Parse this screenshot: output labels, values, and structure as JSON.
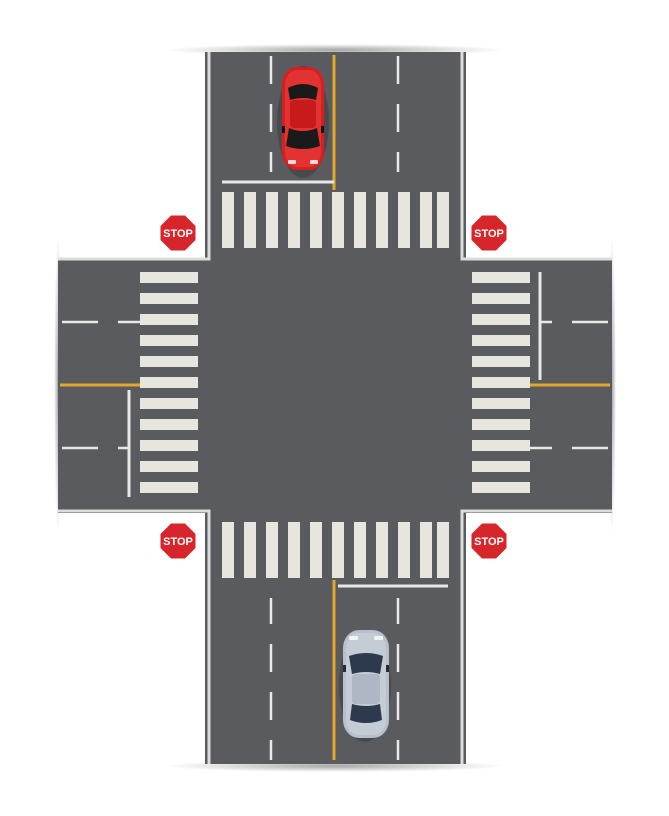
{
  "scene": {
    "type": "four-way intersection, top-down view",
    "colors": {
      "asphalt": "#5a5b5e",
      "curb": "#d9d9d9",
      "lane_marking": "#e8e8e8",
      "center_line": "#e3a82b",
      "crosswalk": "#e6e6de",
      "stop_sign": "#d7262b",
      "car_north": "#d81e1e",
      "car_south": "#a9b4c2"
    },
    "stop_signs": [
      {
        "position": "top-left",
        "label": "STOP"
      },
      {
        "position": "top-right",
        "label": "STOP"
      },
      {
        "position": "bottom-left",
        "label": "STOP"
      },
      {
        "position": "bottom-right",
        "label": "STOP"
      }
    ],
    "vehicles": [
      {
        "name": "red-car",
        "color": "red",
        "road": "north",
        "direction": "southbound"
      },
      {
        "name": "silver-car",
        "color": "silver",
        "road": "south",
        "direction": "northbound"
      }
    ]
  }
}
